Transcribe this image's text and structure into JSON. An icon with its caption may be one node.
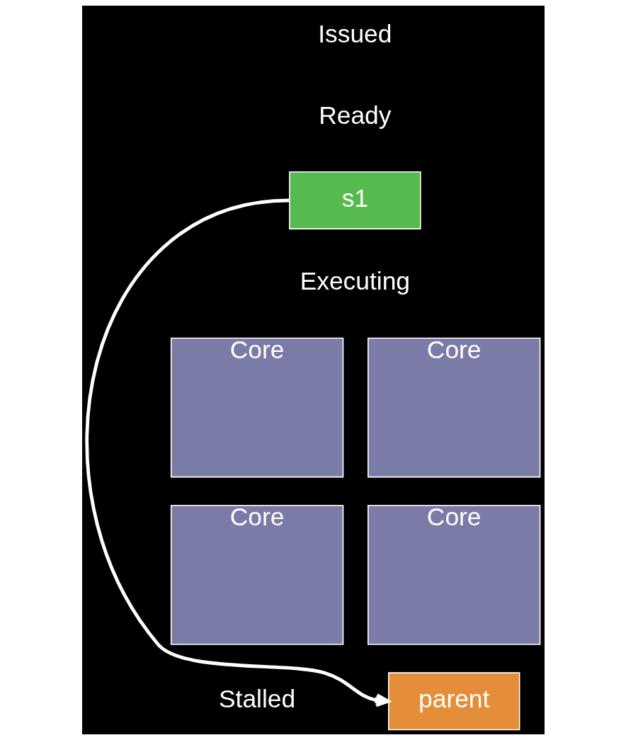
{
  "diagram": {
    "nodes": [
      {
        "text": [
          "s1"
        ]
      },
      {
        "text": [
          "Core"
        ]
      },
      {
        "text": [
          "Core"
        ]
      },
      {
        "text": [
          "Core"
        ]
      },
      {
        "text": [
          "Core"
        ]
      },
      {
        "text": [
          "parent"
        ]
      }
    ],
    "edges": [
      {
        "from": 0,
        "to": 5,
        "arrow": "to"
      }
    ],
    "labels": [
      "Issued",
      "Ready",
      "Executing",
      "Stalled"
    ]
  }
}
